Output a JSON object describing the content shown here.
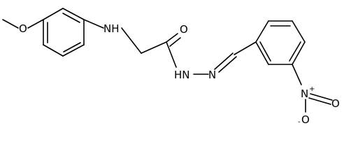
{
  "molecule": {
    "atoms": {
      "methoxy_o": "O",
      "amine_nh": "NH",
      "carbonyl_o": "O",
      "hydrazide_nh": "HN",
      "imine_n": "N",
      "nitro_n": "N",
      "nitro_n_charge": "+",
      "nitro_o_double": "O",
      "nitro_o_single": "O",
      "nitro_o_charge": "-"
    }
  }
}
